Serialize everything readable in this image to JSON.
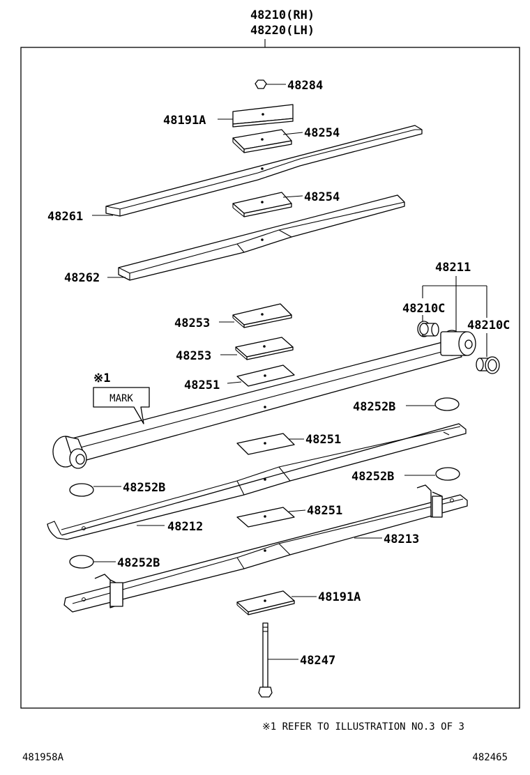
{
  "assembly": {
    "rh": "48210(RH)",
    "lh": "48220(LH)"
  },
  "callouts": {
    "nut": "48284",
    "seat_top": "48191A",
    "spacer_top_1": "48254",
    "leaf_1": "48261",
    "spacer_top_2": "48254",
    "leaf_2": "48262",
    "bushing_group": "48211",
    "bushing_left": "48210C",
    "bushing_right": "48210C",
    "spacer_mid_1": "48253",
    "spacer_mid_2": "48253",
    "liner_1": "48251",
    "mark_ref": "※1",
    "mark_tag": "MARK",
    "pad_1": "48252B",
    "liner_2": "48251",
    "pad_2": "48252B",
    "pad_3": "48252B",
    "leaf_3": "48212",
    "liner_3": "48251",
    "leaf_4": "48213",
    "pad_4": "48252B",
    "seat_bottom": "48191A",
    "center_bolt": "48247"
  },
  "footnote": "※1  REFER TO ILLUSTRATION NO.3 OF 3",
  "code_left": "481958A",
  "code_right": "482465"
}
